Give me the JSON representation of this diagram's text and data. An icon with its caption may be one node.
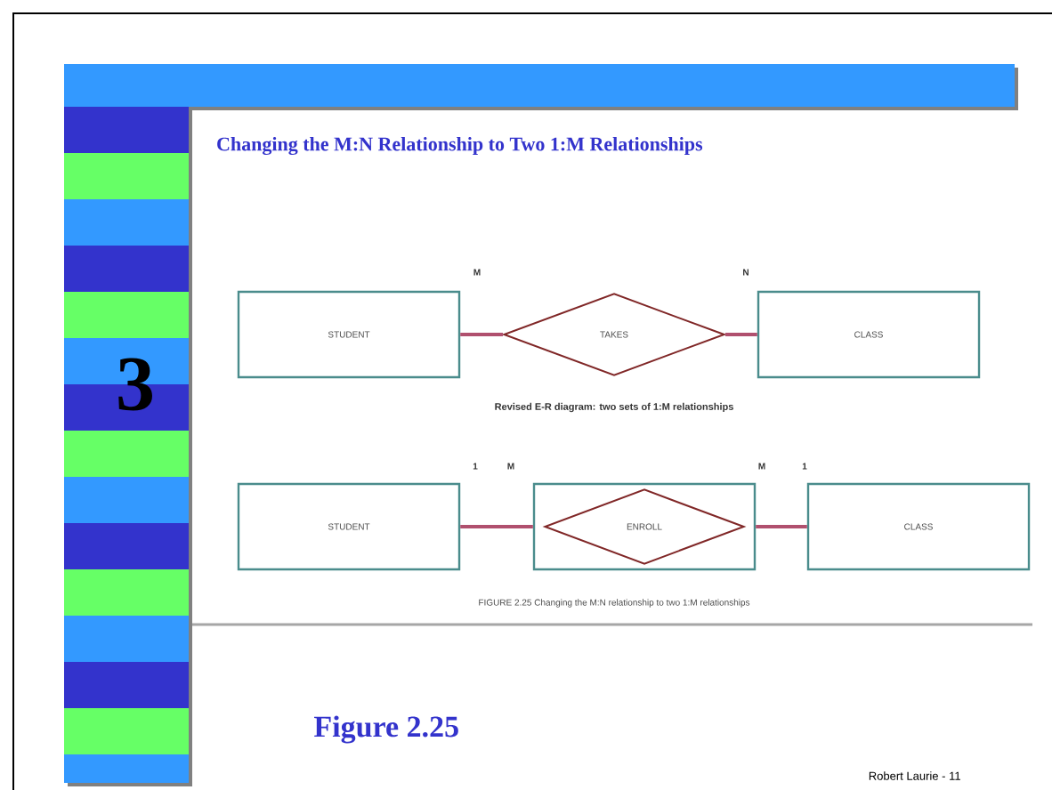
{
  "diagram": {
    "title": "Changing the M:N Relationship to Two 1:M Relationships",
    "caption": "FIGURE 2.25 Changing the M:N relationship to two 1:M relationships",
    "nodes": [
      {
        "text": [
          "STUDENT"
        ]
      },
      {
        "text": [
          "TAKES"
        ]
      },
      {
        "text": [
          "CLASS"
        ]
      },
      {
        "text": [
          "STUDENT"
        ]
      },
      {
        "text": [],
        "shape": "box"
      },
      {
        "text": [
          "ENROLL"
        ],
        "in": 4
      },
      {
        "text": [
          "CLASS"
        ]
      }
    ],
    "edges": [
      {
        "from": 0,
        "to": 1,
        "arrow": "none",
        "color": "#b0506e"
      },
      {
        "from": 1,
        "to": 2,
        "arrow": "none",
        "color": "#b0506e"
      },
      {
        "from": 3,
        "to": 4,
        "arrow": "none",
        "color": "#b0506e"
      },
      {
        "from": 4,
        "to": 6,
        "arrow": "none",
        "color": "#b0506e"
      }
    ],
    "labels": [
      "3",
      "M",
      "N",
      "Revised E-R diagram: two sets of 1:M relationships",
      "1",
      "M",
      "M",
      "1",
      "Figure 2.25",
      "Robert Laurie - 11"
    ]
  }
}
